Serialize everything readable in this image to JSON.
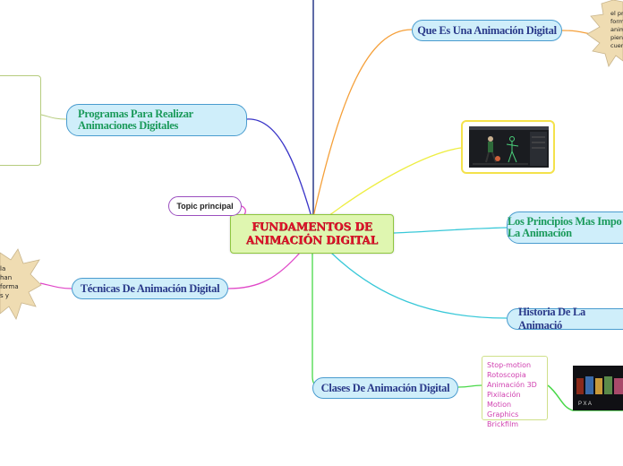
{
  "central": {
    "line1": "FUNDAMENTOS DE",
    "line2": "ANIMACIÓN DIGITAL"
  },
  "topic_principal": "Topic principal",
  "branches": {
    "que_es": "Que Es Una Animación Digital",
    "programas_line1": "Programas Para Realizar",
    "programas_line2": "Animaciones Digitales",
    "principios_line1": "Los Principios Mas Impo",
    "principios_line2": "La Animación",
    "historia": "Historia De La Animació",
    "tecnicas": "Técnicas De Animación Digital",
    "clases": "Clases De Animación Digital"
  },
  "clases_list": [
    "Stop-motion",
    "Rotoscopia",
    "Animación 3D",
    "Pixilación",
    "Motion Graphics",
    "Brickfilm"
  ],
  "star_right_lines": [
    "el pr",
    "form",
    "anim",
    "pien",
    "cuer"
  ],
  "star_left_lines": [
    "la",
    "han",
    "forma",
    "s y"
  ],
  "pixar_letters": "P   X   A",
  "colors": {
    "orange": "#f5a03a",
    "blue": "#3a35c8",
    "yellow": "#eeee44",
    "cyan": "#38c8d8",
    "pink": "#e048c8",
    "green": "#48d848",
    "navy": "#2a3a8a",
    "teal_text": "#1a9a5a"
  }
}
